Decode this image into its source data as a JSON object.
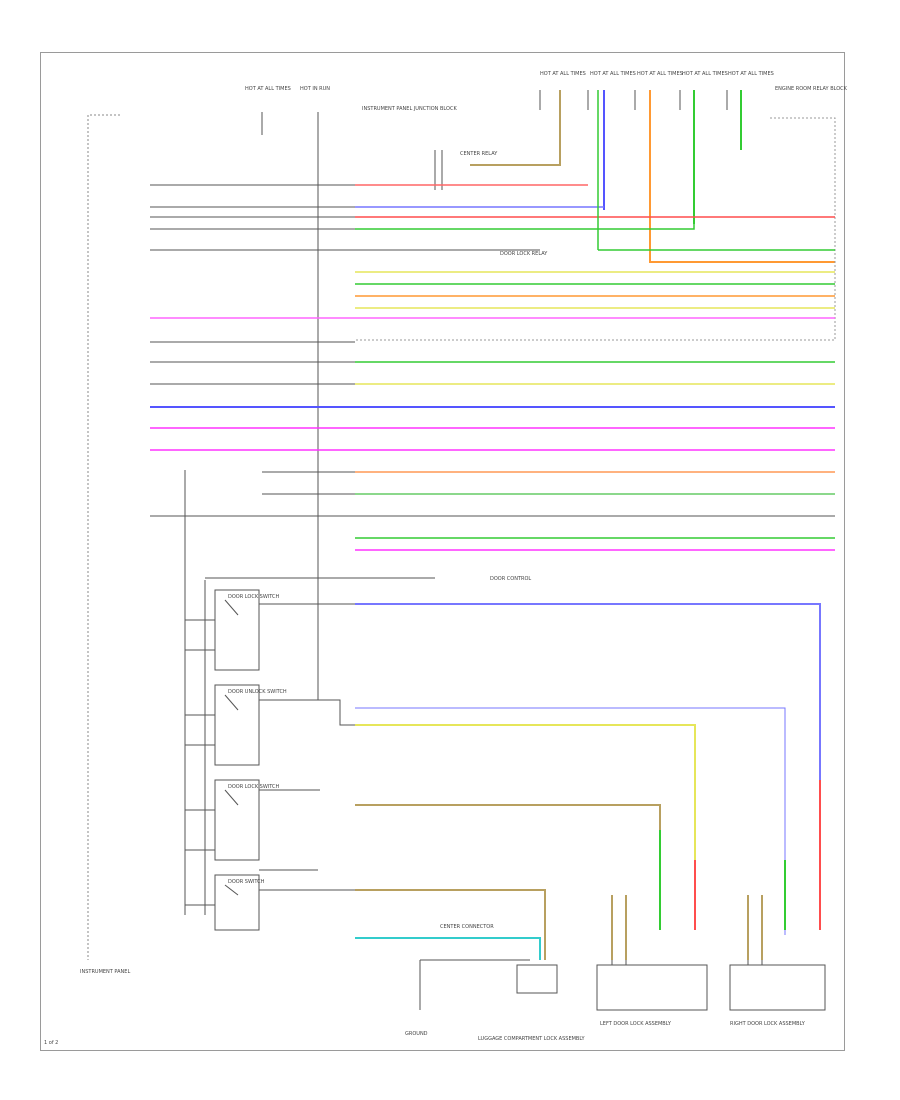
{
  "footer_code": "1 of 2",
  "module_caption": "INSTRUMENT PANEL",
  "connectors": {
    "top_left_1": "HOT AT ALL TIMES",
    "top_left_2": "HOT IN RUN",
    "instrument_panel_block": "INSTRUMENT PANEL JUNCTION BLOCK",
    "top_right": [
      "HOT AT ALL TIMES",
      "HOT AT ALL TIMES",
      "HOT AT ALL TIMES",
      "HOT AT ALL TIMES",
      "HOT AT ALL TIMES"
    ],
    "right_module": "ENGINE ROOM RELAY BLOCK"
  },
  "components": {
    "relay_left": "CENTER RELAY",
    "relay_mid": "DOOR LOCK RELAY",
    "sw1": "DOOR LOCK SWITCH",
    "sw2": "DOOR UNLOCK SWITCH",
    "sw3": "DOOR LOCK SWITCH",
    "sw4": "DOOR SWITCH",
    "ground": "GROUND",
    "luggage": "LUGGAGE COMPARTMENT LOCK ASSEMBLY",
    "left_door": "LEFT DOOR LOCK ASSEMBLY",
    "right_door": "RIGHT DOOR LOCK ASSEMBLY",
    "door_ctrl": "DOOR CONTROL",
    "lower": "CENTER CONNECTOR"
  },
  "colors": {
    "green": "#33cc33",
    "red": "#ff4d4d",
    "blue": "#5555ff",
    "magenta": "#ff33ff",
    "yellow": "#e6e65a",
    "orange": "#ff9933",
    "olive": "#b8a060",
    "cyan": "#33cccc",
    "gray": "#555555"
  }
}
